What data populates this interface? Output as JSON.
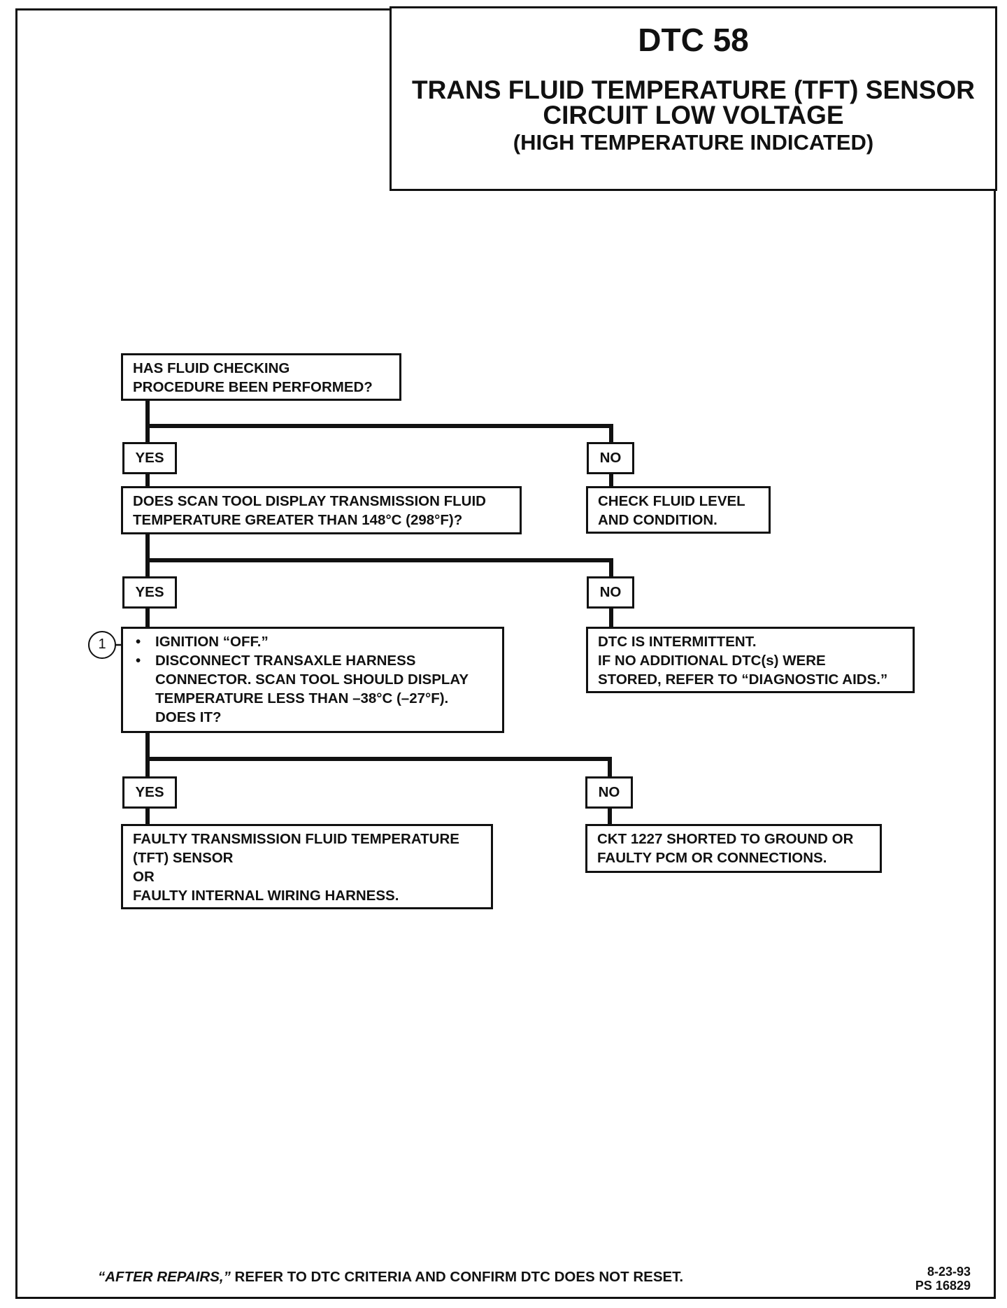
{
  "header": {
    "dtc_code": "DTC 58",
    "title_line1": "TRANS FLUID TEMPERATURE (TFT) SENSOR",
    "title_line2": "CIRCUIT LOW VOLTAGE",
    "title_line3": "(HIGH TEMPERATURE INDICATED)"
  },
  "flowchart": {
    "q1": [
      "HAS FLUID CHECKING",
      "PROCEDURE BEEN PERFORMED?"
    ],
    "q1_yes": "YES",
    "q1_no": "NO",
    "q1_no_result": [
      "CHECK FLUID LEVEL",
      "AND CONDITION."
    ],
    "q2": [
      "DOES SCAN TOOL DISPLAY TRANSMISSION FLUID",
      "TEMPERATURE GREATER THAN 148°C (298°F)?"
    ],
    "q2_yes": "YES",
    "q2_no": "NO",
    "q2_no_result": [
      "DTC IS INTERMITTENT.",
      "IF NO ADDITIONAL DTC(s) WERE",
      "STORED, REFER TO “DIAGNOSTIC AIDS.”"
    ],
    "step_marker": "1",
    "q3_bullets": [
      "IGNITION “OFF.”",
      "DISCONNECT TRANSAXLE HARNESS"
    ],
    "q3_cont": [
      "CONNECTOR.  SCAN TOOL SHOULD DISPLAY",
      "TEMPERATURE LESS THAN –38°C (–27°F).",
      "DOES IT?"
    ],
    "q3_yes": "YES",
    "q3_no": "NO",
    "q3_yes_result": [
      "FAULTY TRANSMISSION FLUID TEMPERATURE",
      "(TFT) SENSOR",
      "OR",
      "FAULTY INTERNAL WIRING HARNESS."
    ],
    "q3_no_result": [
      "CKT 1227 SHORTED TO GROUND OR",
      "FAULTY PCM OR CONNECTIONS."
    ]
  },
  "footer": {
    "after_repairs_emph": "“AFTER REPAIRS,”",
    "after_repairs_text": " REFER TO DTC CRITERIA AND CONFIRM DTC DOES NOT RESET.",
    "date": "8-23-93",
    "ps_number": "PS 16829"
  }
}
